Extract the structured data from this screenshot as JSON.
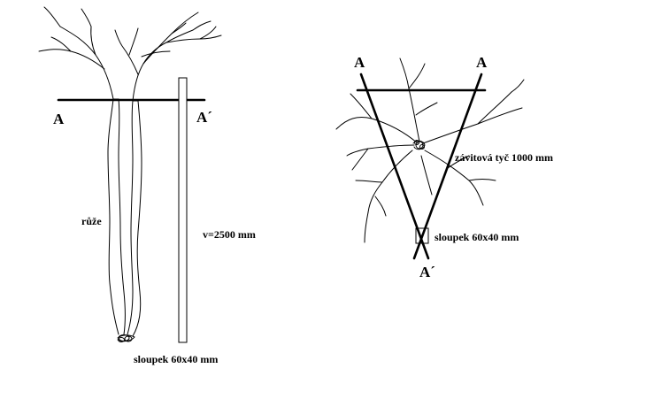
{
  "left_diagram": {
    "section_start": "A",
    "section_end": "A´",
    "plant_label": "růže",
    "height_label": "v=2500 mm",
    "post_label": "sloupek 60x40 mm"
  },
  "right_diagram": {
    "top_left_label": "A",
    "top_right_label": "A",
    "bottom_label": "A´",
    "rod_label": "závitová tyč 1000 mm",
    "post_label": "sloupek 60x40 mm"
  },
  "colors": {
    "ink": "#000000",
    "background": "#ffffff"
  }
}
